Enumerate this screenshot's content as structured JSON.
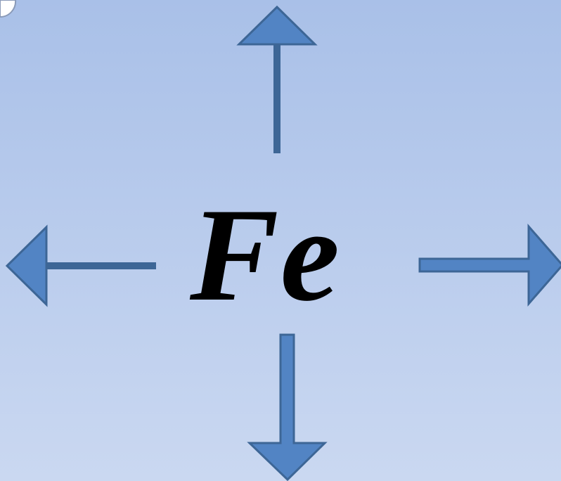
{
  "symbol": {
    "text": "Fe"
  },
  "colors": {
    "background_top": "#a9c0e8",
    "background_bottom": "#cad8f1",
    "arrow_fill": "#5284c4",
    "arrow_stroke": "#3d6696",
    "symbol_color": "#000000"
  },
  "arrows": {
    "directions": [
      "up",
      "left",
      "right",
      "down"
    ]
  }
}
